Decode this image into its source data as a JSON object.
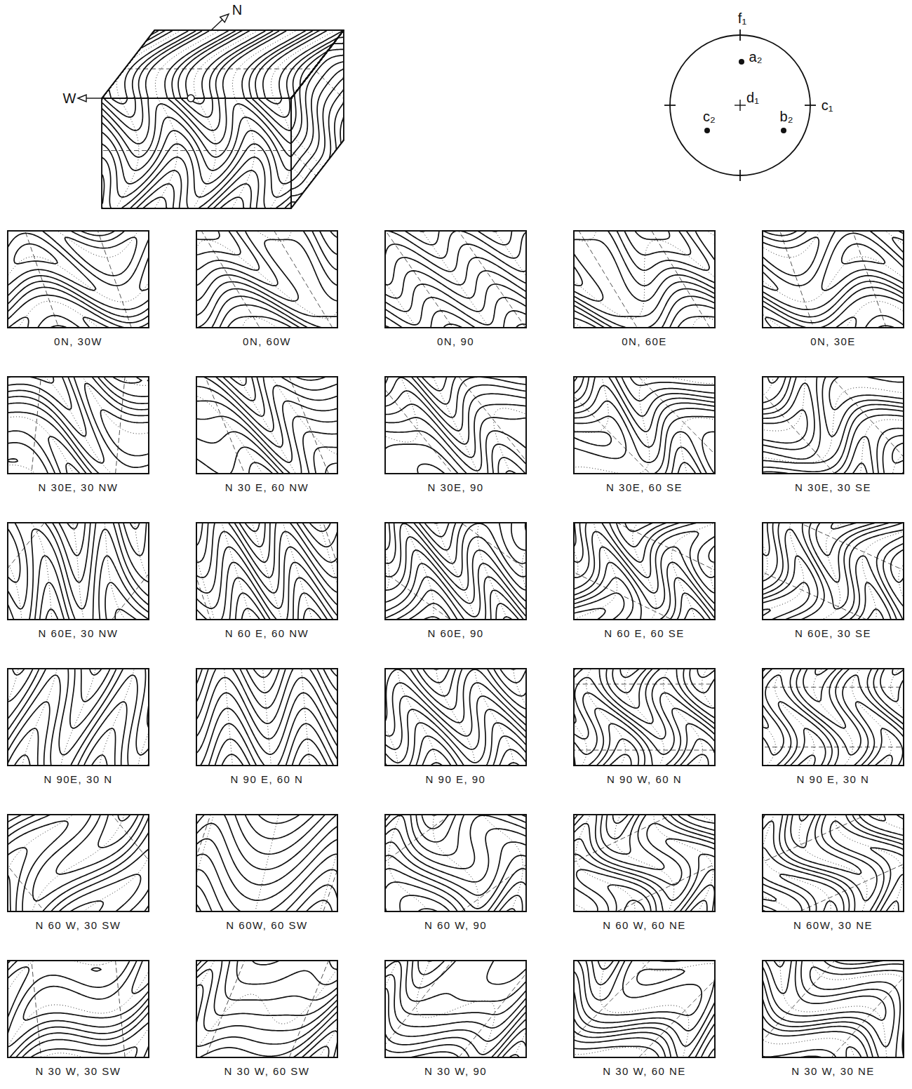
{
  "diagram": {
    "nodes": [
      {
        "text": [
          "0N, 30W"
        ]
      },
      {
        "text": [
          "0N, 60W"
        ]
      },
      {
        "text": [
          "0N, 90"
        ]
      },
      {
        "text": [
          "0N, 60E"
        ]
      },
      {
        "text": [
          "0N, 30E"
        ]
      },
      {
        "text": [
          "N 30E, 30 NW"
        ]
      },
      {
        "text": [
          "N 30 E, 60 NW"
        ]
      },
      {
        "text": [
          "N 30E, 90"
        ]
      },
      {
        "text": [
          "N 30E, 60 SE"
        ]
      },
      {
        "text": [
          "N 30E, 30 SE"
        ]
      },
      {
        "text": [
          "N 60E, 30 NW"
        ]
      },
      {
        "text": [
          "N 60 E, 60 NW"
        ]
      },
      {
        "text": [
          "N 60E, 90"
        ]
      },
      {
        "text": [
          "N 60 E, 60 SE"
        ]
      },
      {
        "text": [
          "N 60E, 30 SE"
        ]
      },
      {
        "text": [
          "N 90E, 30 N"
        ]
      },
      {
        "text": [
          "N 90 E, 60 N"
        ]
      },
      {
        "text": [
          "N 90 E, 90"
        ]
      },
      {
        "text": [
          "N 90 W, 60 N"
        ]
      },
      {
        "text": [
          "N 90 E, 30 N"
        ]
      },
      {
        "text": [
          "N 60 W, 30 SW"
        ]
      },
      {
        "text": [
          "N 60W, 60 SW"
        ]
      },
      {
        "text": [
          "N 60 W, 90"
        ]
      },
      {
        "text": [
          "N 60 W, 60 NE"
        ]
      },
      {
        "text": [
          "N 60W, 30 NE"
        ]
      },
      {
        "text": [
          "N 30 W, 30 SW"
        ]
      },
      {
        "text": [
          "N 30 W, 60 SW"
        ]
      },
      {
        "text": [
          "N 30 W, 90"
        ]
      },
      {
        "text": [
          "N 30 W, 60 NE"
        ]
      },
      {
        "text": [
          "N 30 W, 30 NE"
        ]
      }
    ],
    "labels": [
      "N",
      "W",
      "f₁",
      "a₂",
      "d₁",
      "c₂",
      "b₂",
      "c₁"
    ]
  }
}
